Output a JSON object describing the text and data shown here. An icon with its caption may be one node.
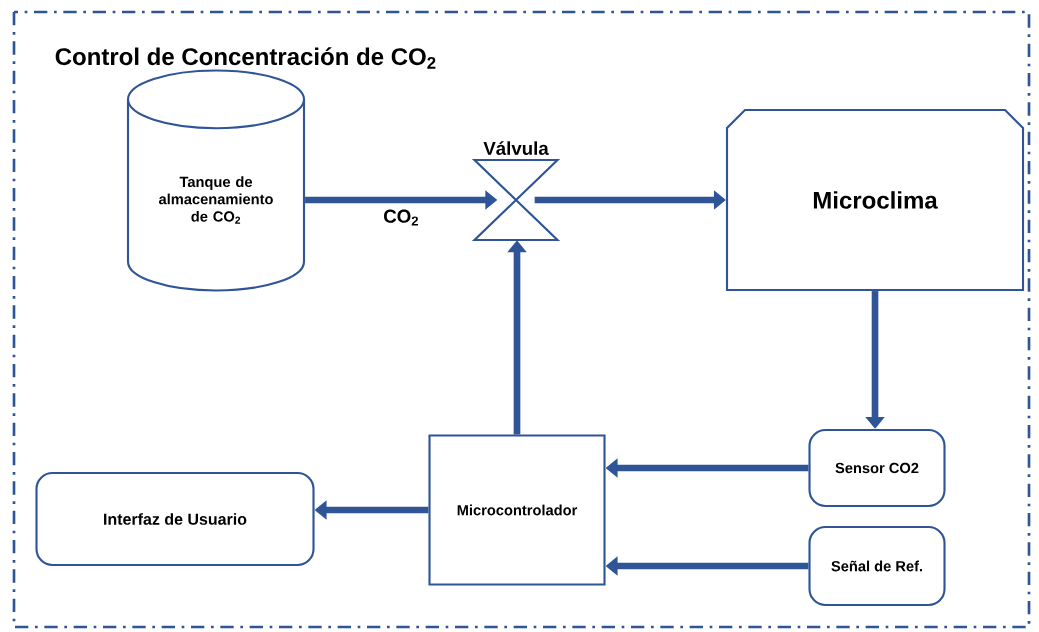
{
  "diagram": {
    "title": "Control de Concentración de CO$_{2}$",
    "nodes": [
      {
        "text": [
          "Tanque de almacenamiento de CO$_{2}$"
        ]
      },
      {
        "text": [
          "Válvula"
        ]
      },
      {
        "text": [
          "Microclima"
        ]
      },
      {
        "text": [
          "Sensor CO2"
        ]
      },
      {
        "text": [
          "Señal de Ref."
        ]
      },
      {
        "text": [
          "Microcontrolador"
        ]
      },
      {
        "text": [
          "Interfaz de Usuario"
        ]
      }
    ],
    "edges": [
      {
        "from": 0,
        "to": 1,
        "arrow": "to",
        "label": "CO$_{2}$"
      },
      {
        "from": 1,
        "to": 2,
        "arrow": "to"
      },
      {
        "from": 2,
        "to": 3,
        "arrow": "to"
      },
      {
        "from": 3,
        "to": 5,
        "arrow": "to"
      },
      {
        "from": 4,
        "to": 5,
        "arrow": "to"
      },
      {
        "from": 5,
        "to": 1,
        "arrow": "to"
      },
      {
        "from": 5,
        "to": 6,
        "arrow": "to"
      }
    ]
  }
}
